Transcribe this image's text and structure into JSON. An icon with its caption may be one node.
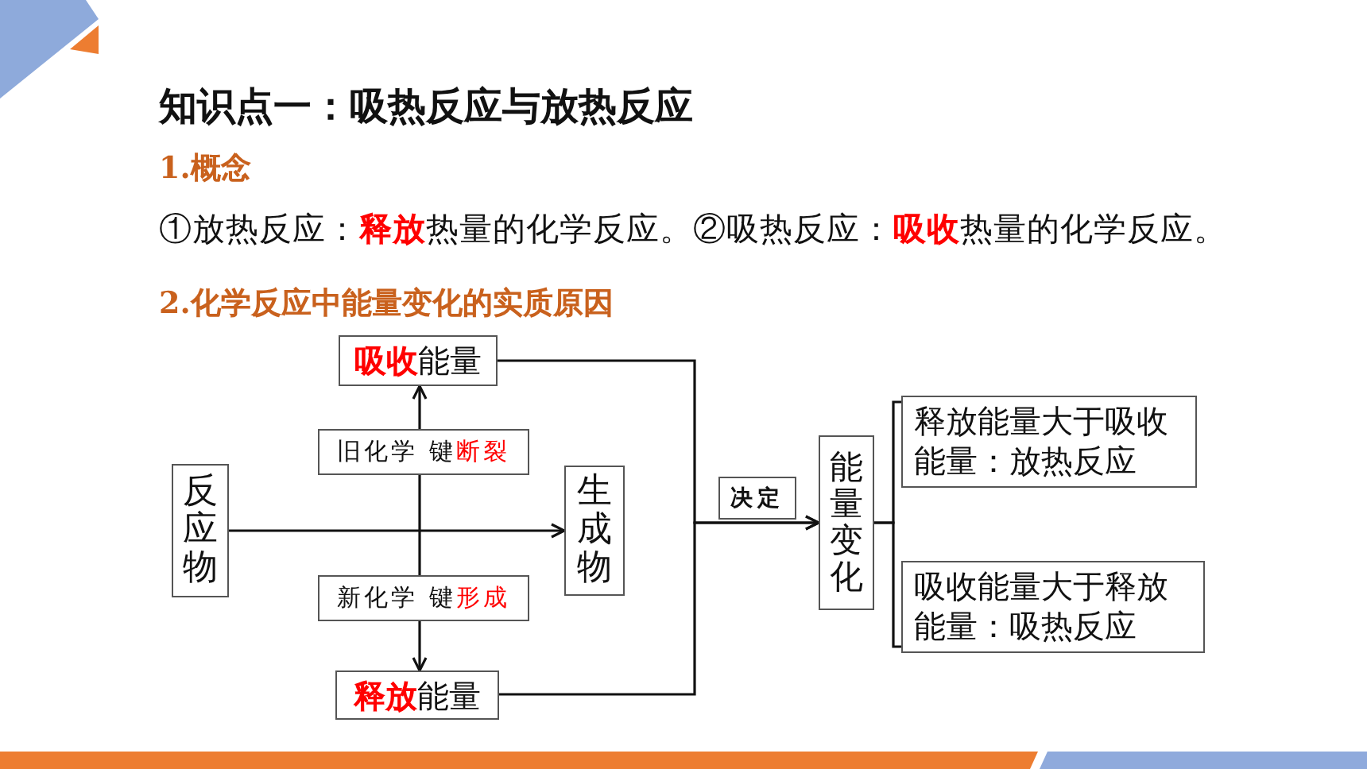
{
  "diagram": {
    "title": "知识点一：吸热反应与放热反应",
    "nodes": [
      {
        "text": [
          "反应物"
        ]
      },
      {
        "text": [
          "**吸收**能量"
        ]
      },
      {
        "text": [
          "**释放**能量"
        ]
      },
      {
        "text": [
          "生成物"
        ]
      },
      {
        "text": [
          "能量变化"
        ]
      },
      {
        "text": [
          "释放能量大于吸收能量：放热反应"
        ]
      },
      {
        "text": [
          "吸收能量大于释放能量：吸热反应"
        ]
      }
    ],
    "edges": [
      {
        "from": 0,
        "to": 3,
        "arrow": "to"
      },
      {
        "from": null,
        "to": 1,
        "arrow": "to",
        "label": "旧化学 键**断裂**"
      },
      {
        "from": null,
        "to": 2,
        "arrow": "to",
        "label": "新化学 键**形成**"
      },
      {
        "from": 1,
        "to": 4,
        "arrow": "to",
        "label": "决定"
      },
      {
        "from": 2,
        "to": 4,
        "arrow": "to"
      },
      {
        "from": 4,
        "to": 5,
        "arrow": "none"
      },
      {
        "from": 4,
        "to": 6,
        "arrow": "none"
      }
    ],
    "labels": [
      "1.概念",
      "①放热反应：**释放**热量的化学反应。②吸热反应：**吸收**热量的化学反应。",
      "2.化学反应中能量变化的实质原因"
    ]
  }
}
